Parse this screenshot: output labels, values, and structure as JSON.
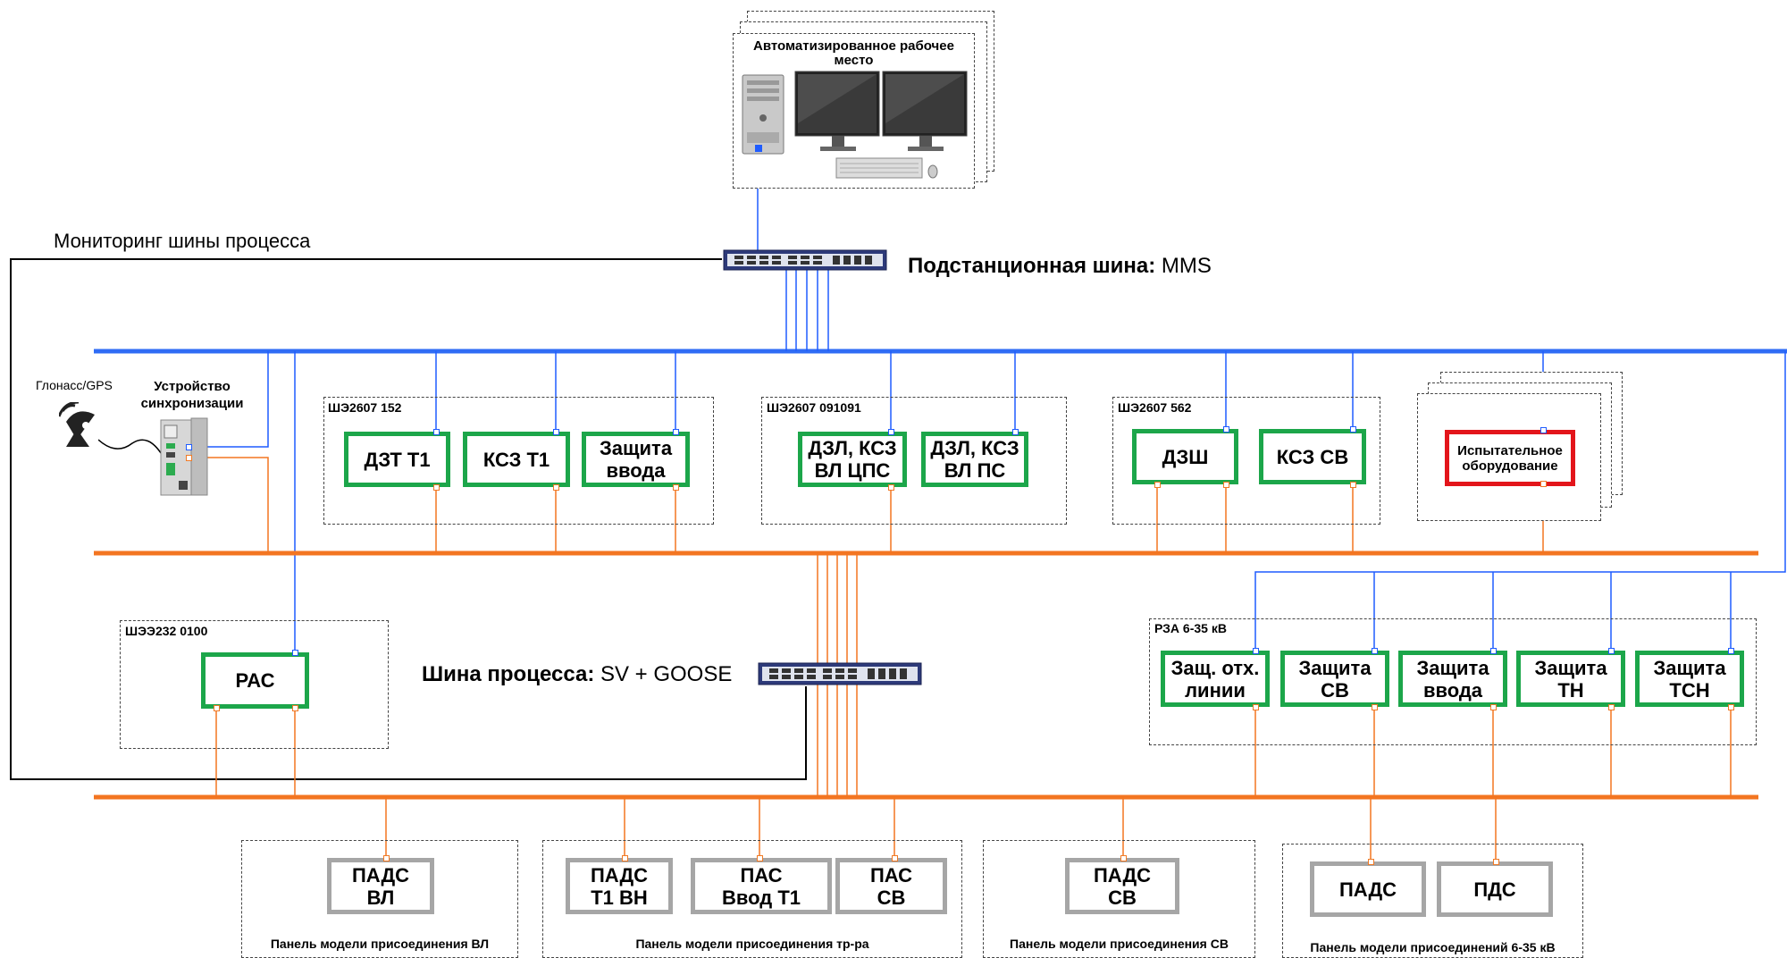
{
  "colors": {
    "station_bus": "#2f6cf5",
    "process_bus": "#f37521",
    "device_border": "#1ca64a",
    "test_border": "#e3151b",
    "merging_unit_border": "#a6a6a6",
    "monitoring_line": "#000000"
  },
  "workstation": {
    "title": "Автоматизированное рабочее место",
    "icon": "workstation-icon"
  },
  "monitoring": {
    "label": "Мониторинг шины процесса"
  },
  "station_bus": {
    "label_bold": "Подстанционная шина:",
    "label_rest": " MMS",
    "switch_icon": "network-switch-icon"
  },
  "process_bus": {
    "label_bold": "Шина процесса:",
    "label_rest": " SV + GOOSE",
    "switch_icon": "network-switch-icon"
  },
  "sync": {
    "gps_label": "Глонасс/GPS",
    "title": "Устройство синхронизации",
    "antenna_icon": "satellite-antenna-icon",
    "device_icon": "sync-device-icon"
  },
  "cabinets": {
    "c152": {
      "title": "ШЭ2607 152",
      "devices": [
        "ДЗТ Т1",
        "КСЗ Т1",
        "Защита\nввода"
      ]
    },
    "c091091": {
      "title": "ШЭ2607 091091",
      "devices": [
        "ДЗЛ, КСЗ\nВЛ ЦПС",
        "ДЗЛ, КСЗ\nВЛ ПС"
      ]
    },
    "c562": {
      "title": "ШЭ2607 562",
      "devices": [
        "ДЗШ",
        "КСЗ СВ"
      ]
    },
    "test": {
      "device": "Испытательное\nоборудование"
    },
    "c0100": {
      "title": "ШЭЭ232 0100",
      "devices": [
        "РАС"
      ]
    },
    "rza": {
      "title": "РЗА 6-35 кВ",
      "devices": [
        "Защ. отх.\nлинии",
        "Защита\nСВ",
        "Защита\nввода",
        "Защита\nТН",
        "Защита\nТСН"
      ]
    }
  },
  "panels": {
    "vl": {
      "title": "Панель модели присоединения ВЛ",
      "devices": [
        "ПАДС\nВЛ"
      ]
    },
    "tr": {
      "title": "Панель модели присоединения тр-ра",
      "devices": [
        "ПАДС\nТ1 ВН",
        "ПАС\nВвод Т1",
        "ПАС\nСВ"
      ]
    },
    "sv": {
      "title": "Панель модели присоединения СВ",
      "devices": [
        "ПАДС\nСВ"
      ]
    },
    "k635": {
      "title": "Панель модели присоединений 6-35 кВ",
      "devices": [
        "ПАДС",
        "ПДС"
      ]
    }
  }
}
